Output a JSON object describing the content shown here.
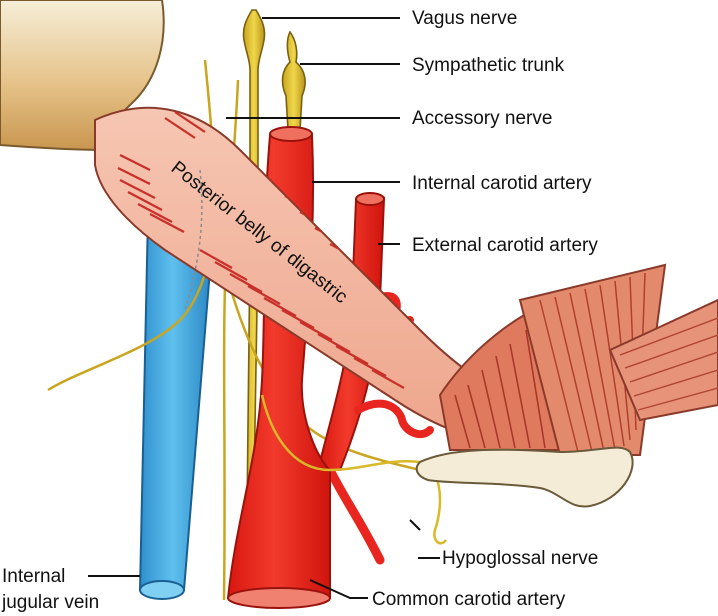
{
  "labels": {
    "vagus": "Vagus nerve",
    "sympathetic": "Sympathetic trunk",
    "accessory": "Accessory nerve",
    "internal_carotid": "Internal carotid artery",
    "external_carotid": "External carotid artery",
    "hypoglossal": "Hypoglossal nerve",
    "common_carotid": "Common carotid artery",
    "ijv_line1": "Internal",
    "ijv_line2": "jugular vein",
    "digastric": "Posterior belly of digastric"
  },
  "colors": {
    "artery": "#e8251e",
    "artery_dark": "#b5130f",
    "vein": "#3aa6e0",
    "vein_dark": "#1a6fa6",
    "nerve": "#d8b928",
    "nerve_dark": "#8a7010",
    "muscle": "#f2b49e",
    "muscle_stripe": "#c8302a",
    "bone": "#f4ecd6",
    "skull": "#d8a860"
  }
}
